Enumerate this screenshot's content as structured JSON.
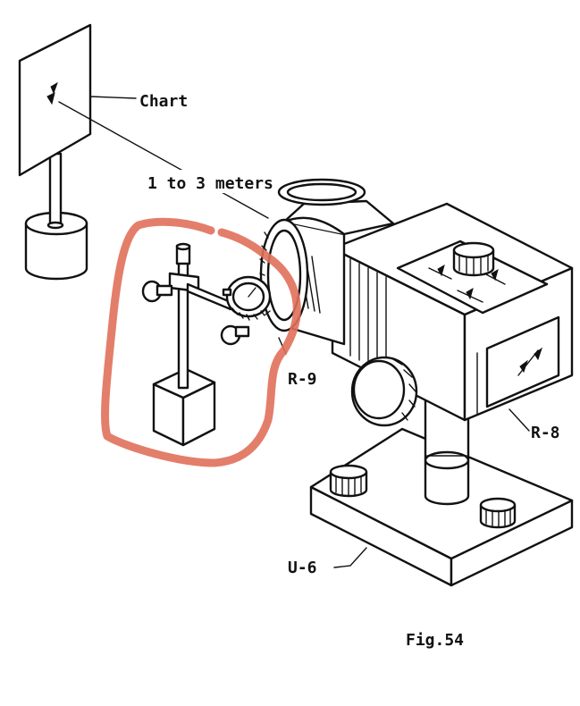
{
  "labels": {
    "chart": "Chart",
    "distance": "1 to 3 meters",
    "r9": "R-9",
    "r8": "R-8",
    "u6": "U-6",
    "figure": "Fig.54"
  },
  "colors": {
    "ink": "#111111",
    "highlight": "#e0705a",
    "background": "#ffffff"
  }
}
